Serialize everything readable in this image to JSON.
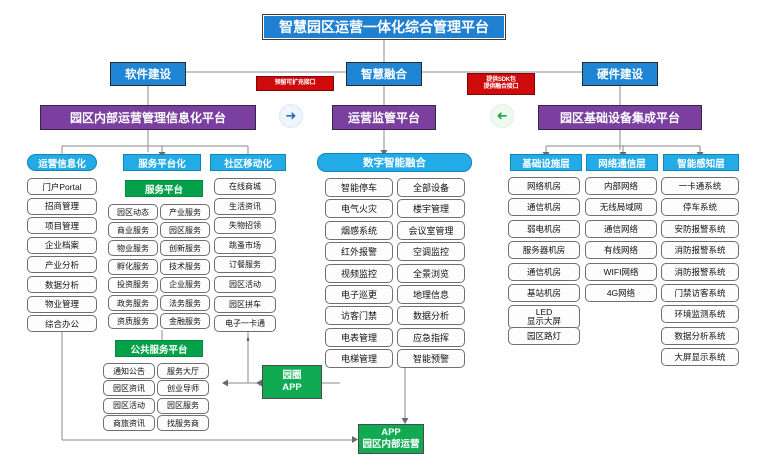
{
  "title": {
    "text": "智慧园区运营一体化综合管理平台"
  },
  "pillars": {
    "software": "软件建设",
    "fusion": "智慧融合",
    "hardware": "硬件建设"
  },
  "platforms": {
    "internal": "园区内部运营管理信息化平台",
    "supervision": "运营监管平台",
    "infrastructure": "园区基础设备集成平台"
  },
  "notes": {
    "left": {
      "line1": "预留可扩充接口"
    },
    "right": {
      "line1": "提供SDK包",
      "line2": "提供融合接口"
    }
  },
  "arrows": {
    "right_arrow": "➜",
    "left_arrow": "➜"
  },
  "columns": {
    "operation": {
      "header": "运营信息化",
      "items": [
        "门户Portal",
        "招商管理",
        "项目管理",
        "企业档案",
        "产业分析",
        "数据分析",
        "物业管理",
        "综合办公"
      ]
    },
    "service": {
      "header": "服务平台化",
      "sub1": {
        "header": "服务平台",
        "rows": [
          [
            "园区动态",
            "产业服务"
          ],
          [
            "商业服务",
            "园区服务"
          ],
          [
            "物业服务",
            "创新服务"
          ],
          [
            "孵化服务",
            "技术服务"
          ],
          [
            "投资服务",
            "企业服务"
          ],
          [
            "政务服务",
            "法务服务"
          ],
          [
            "资质服务",
            "金融服务"
          ]
        ]
      },
      "sub2": {
        "header": "公共服务平台",
        "rows": [
          [
            "通知公告",
            "服务大厅"
          ],
          [
            "园区资讯",
            "创业导师"
          ],
          [
            "园区活动",
            "园区服务"
          ],
          [
            "商旅资讯",
            "找服务商"
          ]
        ]
      }
    },
    "community": {
      "header": "社区移动化",
      "items": [
        "在线商城",
        "生活资讯",
        "失物招领",
        "跳蚤市场",
        "订餐服务",
        "园区活动",
        "园区拼车",
        "电子一卡通"
      ]
    },
    "digital": {
      "header": "数字智能融合",
      "left_items": [
        "智能停车",
        "电气火灾",
        "烟感系统",
        "红外报警",
        "视频监控",
        "电子巡更",
        "访客门禁",
        "电表管理",
        "电梯管理"
      ],
      "right_items": [
        "全部设备",
        "楼宇管理",
        "会议室管理",
        "空调监控",
        "全景浏览",
        "地理信息",
        "数据分析",
        "应急指挥",
        "智能预警"
      ]
    },
    "infra": {
      "header": "基础设施层",
      "items": [
        "网络机房",
        "通信机房",
        "弱电机房",
        "服务器机房",
        "通信机房",
        "基站机房",
        "LED\n显示大屏",
        "园区路灯"
      ]
    },
    "network": {
      "header": "网络通信层",
      "items": [
        "内部网络",
        "无线局域网",
        "通信网络",
        "有线网络",
        "WIFI网络",
        "4G网络"
      ]
    },
    "sensing": {
      "header": "智能感知层",
      "items": [
        "一卡通系统",
        "停车系统",
        "安防报警系统",
        "消防报警系统",
        "消防报警系统",
        "门禁访客系统",
        "环境监测系统",
        "数据分析系统",
        "大屏显示系统"
      ]
    }
  },
  "apps": {
    "circle_app": {
      "line1": "园圈",
      "line2": "APP"
    },
    "internal_app": {
      "line1": "APP",
      "line2": "园区内部运营"
    }
  },
  "colors": {
    "title_blue": "#1f7fd0",
    "pillar_blue": "#1f86d6",
    "platform_purple": "#7b3f9f",
    "column_cyan": "#22abe6",
    "green": "#05a14a",
    "app_green": "#0faa52",
    "note_red": "#cf0a0a"
  }
}
